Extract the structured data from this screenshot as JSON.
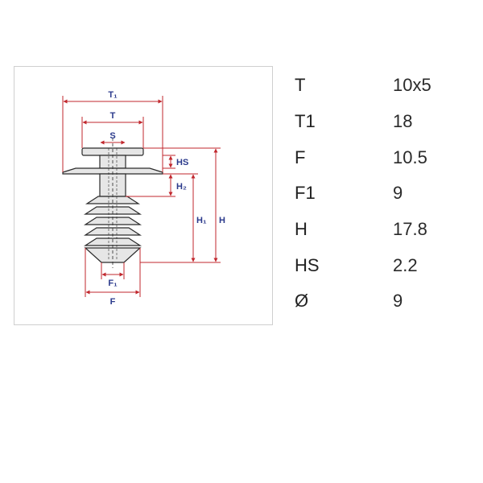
{
  "diagram": {
    "labels": {
      "T1": "T₁",
      "T": "T",
      "S": "S",
      "HS": "HS",
      "H2": "H₂",
      "H1": "H₁",
      "H": "H",
      "F1": "F₁",
      "F": "F"
    },
    "colors": {
      "dimension_line": "#c1272d",
      "label_text": "#2b3a8c",
      "part_stroke": "#2a2a2a",
      "part_fill": "#e6e6e6",
      "box_border": "#cfcfcf"
    }
  },
  "specs": [
    {
      "label": "T",
      "value": "10x5"
    },
    {
      "label": "T1",
      "value": "18"
    },
    {
      "label": "F",
      "value": "10.5"
    },
    {
      "label": "F1",
      "value": "9"
    },
    {
      "label": "H",
      "value": "17.8"
    },
    {
      "label": "HS",
      "value": "2.2"
    },
    {
      "label": "Ø",
      "value": "9"
    }
  ]
}
